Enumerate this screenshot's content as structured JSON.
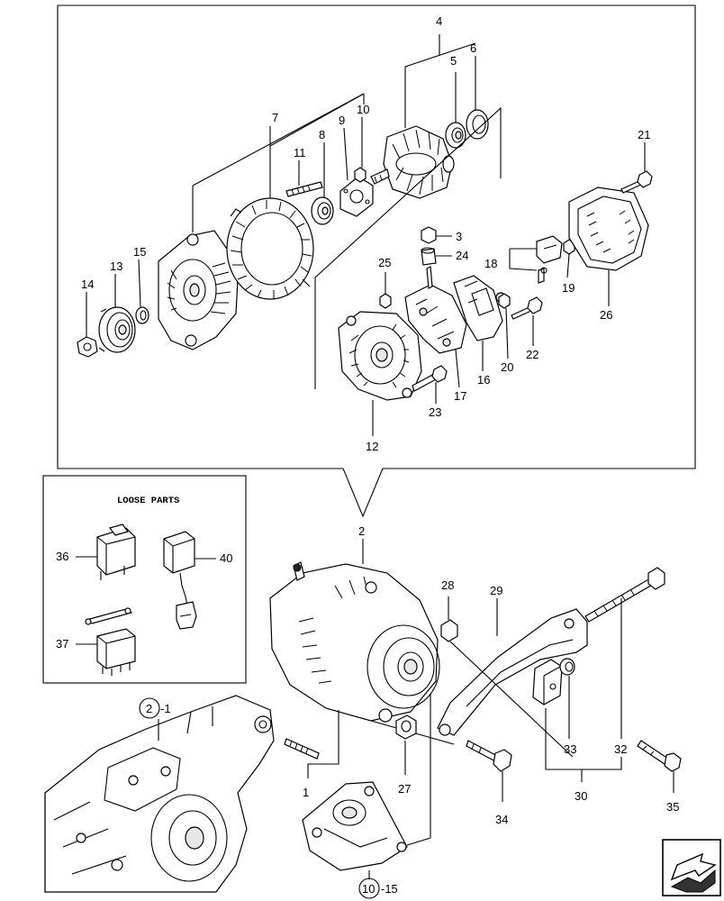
{
  "loose_parts": {
    "title": "LOOSE PARTS",
    "labels": {
      "p36": "36",
      "p37": "37",
      "p40": "40"
    }
  },
  "exploded_labels": {
    "p3": "3",
    "p4": "4",
    "p5": "5",
    "p6": "6",
    "p7": "7",
    "p8": "8",
    "p9": "9",
    "p10": "10",
    "p11": "11",
    "p12": "12",
    "p13": "13",
    "p14": "14",
    "p15": "15",
    "p16": "16",
    "p17": "17",
    "p18": "18",
    "p19": "19",
    "p20": "20",
    "p21": "21",
    "p22": "22",
    "p23": "23",
    "p24": "24",
    "p25": "25",
    "p26": "26"
  },
  "main_labels": {
    "p1": "1",
    "p2": "2",
    "p27": "27",
    "p28": "28",
    "p29": "29",
    "p30": "30",
    "p32": "32",
    "p33": "33",
    "p34": "34",
    "p35": "35"
  },
  "references": {
    "engine_ref_num": "2",
    "engine_ref_suffix": "-1",
    "bracket_ref_num": "10",
    "bracket_ref_suffix": "-15"
  },
  "icons": {
    "nav": "next-page-arrow-icon"
  }
}
